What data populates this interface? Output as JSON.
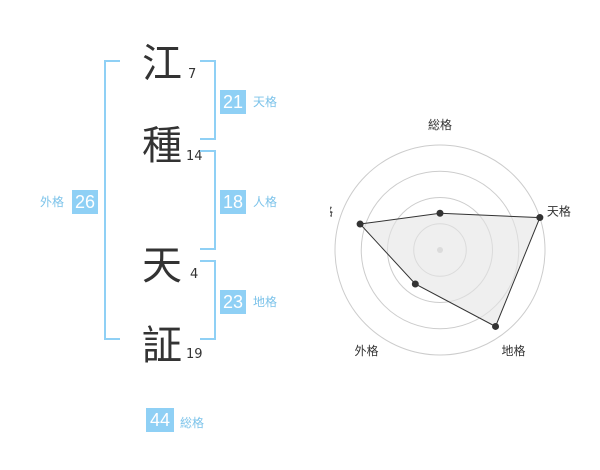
{
  "name_chars": [
    {
      "char": "江",
      "strokes": "7"
    },
    {
      "char": "種",
      "strokes": "14"
    },
    {
      "char": "天",
      "strokes": "4"
    },
    {
      "char": "証",
      "strokes": "19"
    }
  ],
  "fortunes": {
    "tenkaku": {
      "value": "21",
      "label": "天格"
    },
    "jinkaku": {
      "value": "18",
      "label": "人格"
    },
    "chikaku": {
      "value": "23",
      "label": "地格"
    },
    "gaikaku": {
      "value": "26",
      "label": "外格"
    },
    "soukaku": {
      "value": "44",
      "label": "総格"
    }
  },
  "colors": {
    "accent": "#8fd0f5",
    "accent_text": "#7cc3ea",
    "text": "#333333"
  },
  "chart_data": {
    "type": "radar",
    "axes": [
      "総格",
      "天格",
      "地格",
      "外格",
      "人格"
    ],
    "values": [
      0.35,
      1.0,
      0.9,
      0.4,
      0.8
    ],
    "max": 1.0,
    "rings": 4
  }
}
